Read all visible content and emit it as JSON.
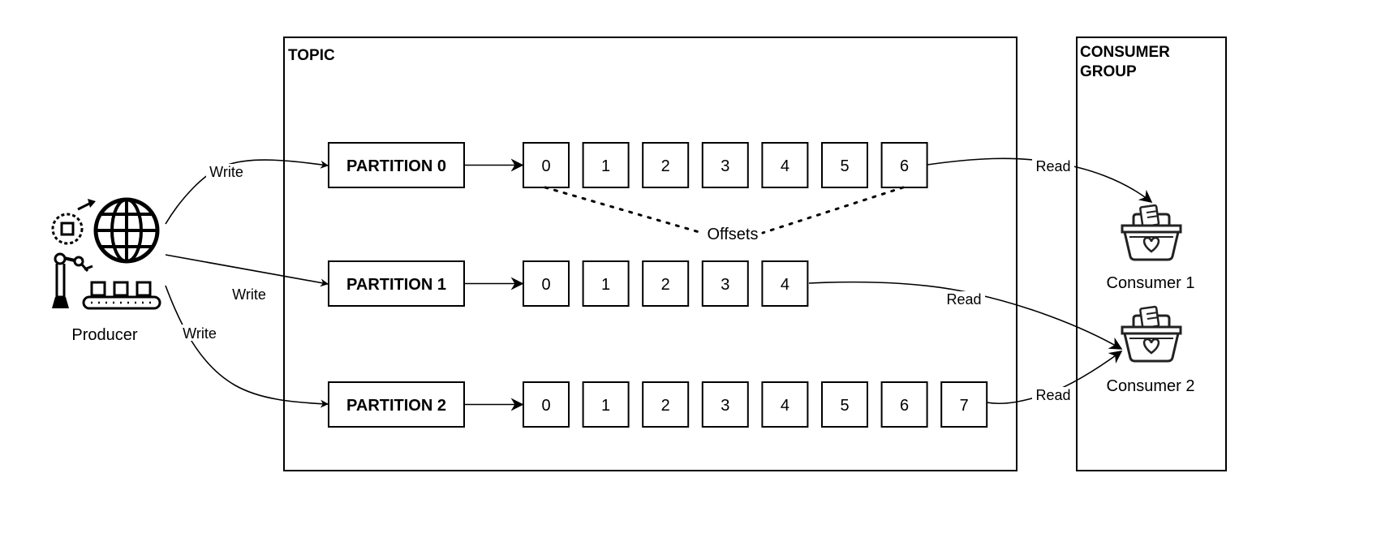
{
  "topic": {
    "title": "TOPIC"
  },
  "consumer_group": {
    "title_line1": "CONSUMER",
    "title_line2": "GROUP"
  },
  "producer": {
    "label": "Producer",
    "icon": "producer-factory-globe-icon"
  },
  "partitions": [
    {
      "label": "PARTITION 0",
      "offsets": [
        "0",
        "1",
        "2",
        "3",
        "4",
        "5",
        "6"
      ]
    },
    {
      "label": "PARTITION 1",
      "offsets": [
        "0",
        "1",
        "2",
        "3",
        "4"
      ]
    },
    {
      "label": "PARTITION 2",
      "offsets": [
        "0",
        "1",
        "2",
        "3",
        "4",
        "5",
        "6",
        "7"
      ]
    }
  ],
  "offsets_label": "Offsets",
  "write_label": "Write",
  "read_label": "Read",
  "consumers": [
    {
      "label": "Consumer 1",
      "icon": "basket-icon"
    },
    {
      "label": "Consumer 2",
      "icon": "basket-icon"
    }
  ]
}
